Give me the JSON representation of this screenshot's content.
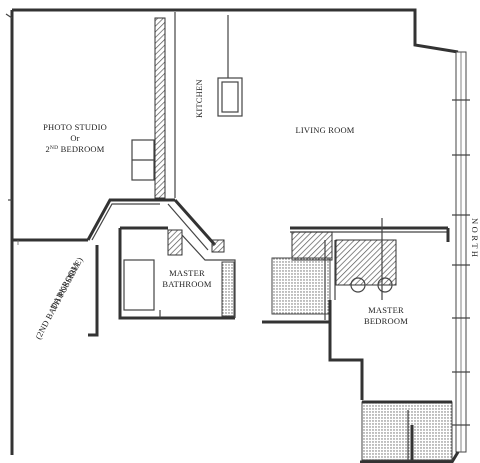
{
  "rooms": {
    "photo_studio_line1": "PHOTO STUDIO",
    "photo_studio_line2": "Or",
    "photo_studio_line3_num": "2",
    "photo_studio_line3_sup": "ND",
    "photo_studio_line3_rest": " BEDROOM",
    "kitchen": "KITCHEN",
    "living_room": "LIVING ROOM",
    "master_bathroom_line1": "MASTER",
    "master_bathroom_line2": "BATHROOM",
    "master_bedroom_line1": "MASTER",
    "master_bedroom_line2": "BEDROOM",
    "darkroom_line1": "DARKROOM",
    "darkroom_line2": "(2ND BATH POSSIBLE)"
  },
  "compass": {
    "north": "N O R T H"
  }
}
